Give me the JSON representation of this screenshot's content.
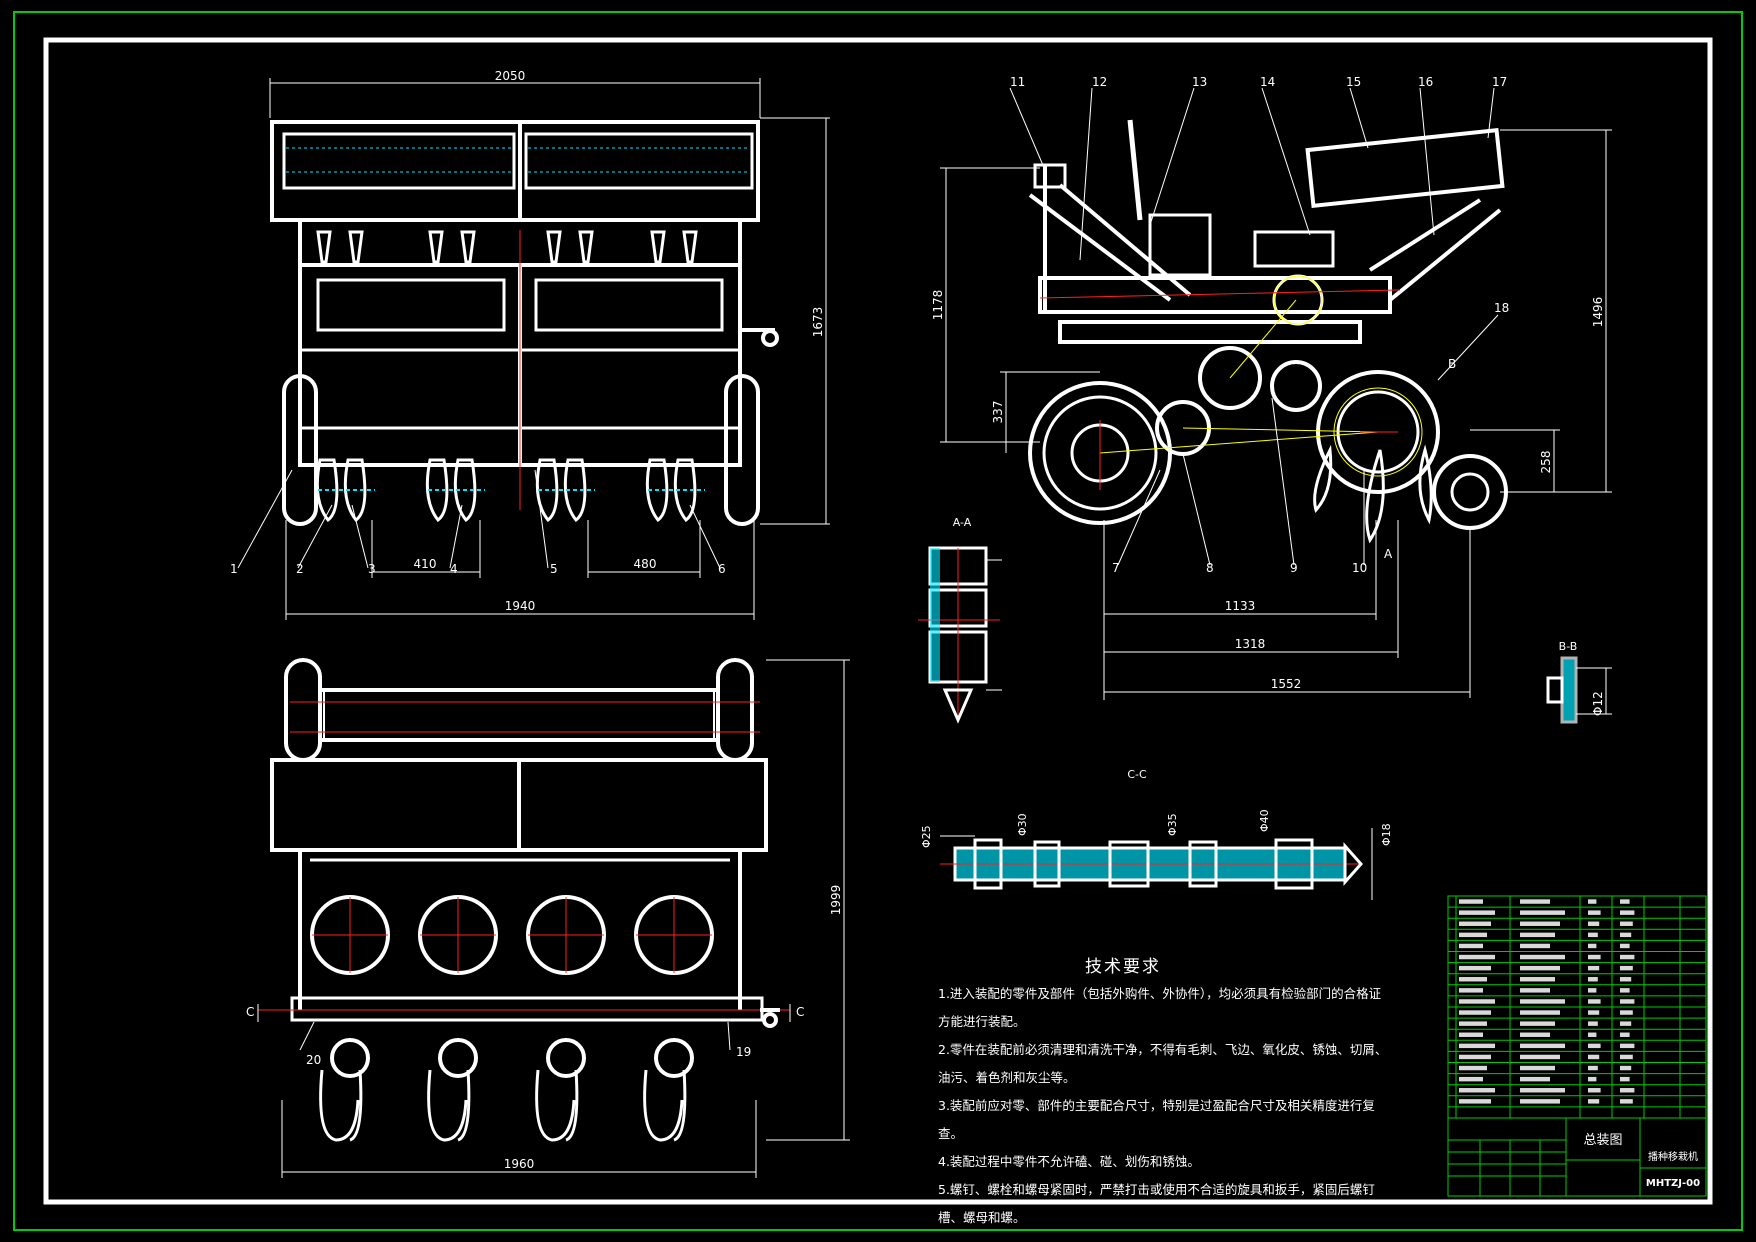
{
  "drawing": {
    "title": "总装图",
    "machine_name": "播种移栽机",
    "drawing_number": "MHTZJ-00",
    "colors": {
      "background": "#000000",
      "lines": "#ffffff",
      "frame": "#00cc00",
      "centerline": "#ff2020",
      "hatch": "#00e5ff",
      "annotation": "#ffff00"
    }
  },
  "dimensions": {
    "front_width_top": "2050",
    "front_height": "1673",
    "front_width_bottom": "1940",
    "front_spacing_left": "410",
    "front_spacing_right": "480",
    "side_total_height": "1178",
    "side_upper_height": "1496",
    "side_wheel_height": "337",
    "side_rear_height": "258",
    "side_len_1": "1133",
    "side_len_2": "1318",
    "side_len_3": "1552",
    "plan_height": "1999",
    "plan_width": "1960",
    "cc_d1": "Φ25",
    "cc_d2": "Φ30",
    "cc_d3": "Φ35",
    "cc_d4": "Φ40",
    "cc_d5": "Φ18",
    "bb_d": "Φ12"
  },
  "part_numbers": {
    "front": [
      "1",
      "2",
      "3",
      "4",
      "5",
      "6"
    ],
    "side_top": [
      "11",
      "12",
      "13",
      "14",
      "15",
      "16",
      "17"
    ],
    "side_right": "18",
    "side_bottom": [
      "7",
      "8",
      "9",
      "10"
    ],
    "plan": [
      "20",
      "19"
    ]
  },
  "section_labels": {
    "aa": "A-A",
    "bb": "B-B",
    "cc": "C-C",
    "c_marker": "C",
    "a_marker": "A",
    "b_marker": "B"
  },
  "tech": {
    "title": "技术要求",
    "items": [
      "1.进入装配的零件及部件（包括外购件、外协件），均必须具有检验部门的合格证方能进行装配。",
      "2.零件在装配前必须清理和清洗干净，不得有毛刺、飞边、氧化皮、锈蚀、切屑、油污、着色剂和灰尘等。",
      "3.装配前应对零、部件的主要配合尺寸，特别是过盈配合尺寸及相关精度进行复查。",
      "4.装配过程中零件不允许磕、碰、划伤和锈蚀。",
      "5.螺钉、螺栓和螺母紧固时，严禁打击或使用不合适的旋具和扳手，紧固后螺钉槽、螺母和螺。"
    ]
  }
}
